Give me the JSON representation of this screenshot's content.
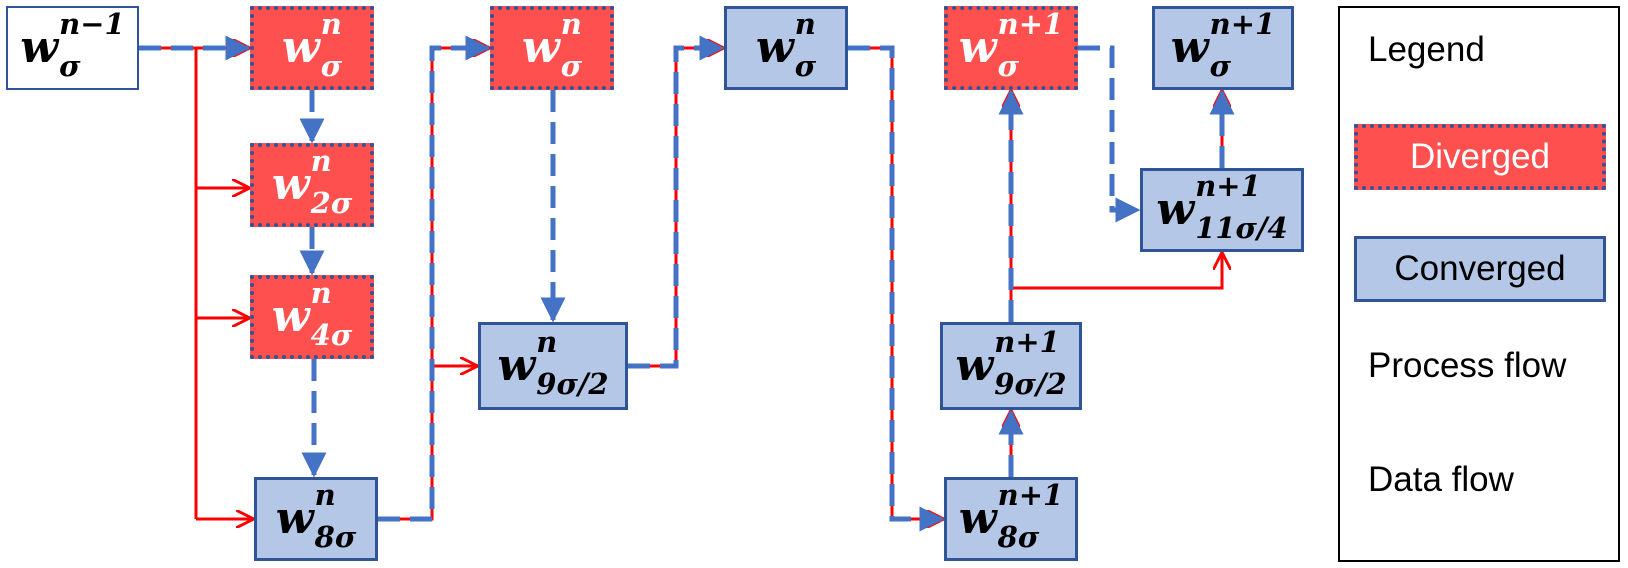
{
  "diagram": {
    "nodes": [
      {
        "id": "w-sigma-prev",
        "status": "initial",
        "base": "w",
        "sup": "n−1",
        "sub": "σ"
      },
      {
        "id": "w-sigma-n-a",
        "status": "diverged",
        "base": "w",
        "sup": "n",
        "sub": "σ"
      },
      {
        "id": "w-2sigma-n",
        "status": "diverged",
        "base": "w",
        "sup": "n",
        "sub": "2σ"
      },
      {
        "id": "w-4sigma-n",
        "status": "diverged",
        "base": "w",
        "sup": "n",
        "sub": "4σ"
      },
      {
        "id": "w-8sigma-n",
        "status": "converged",
        "base": "w",
        "sup": "n",
        "sub": "8σ"
      },
      {
        "id": "w-sigma-n-b",
        "status": "diverged",
        "base": "w",
        "sup": "n",
        "sub": "σ"
      },
      {
        "id": "w-9sigma2-n",
        "status": "converged",
        "base": "w",
        "sup": "n",
        "sub": "9σ/2"
      },
      {
        "id": "w-sigma-n-c",
        "status": "converged",
        "base": "w",
        "sup": "n",
        "sub": "σ"
      },
      {
        "id": "w-8sigma-n1",
        "status": "converged",
        "base": "w",
        "sup": "n+1",
        "sub": "8σ"
      },
      {
        "id": "w-9sigma2-n1",
        "status": "converged",
        "base": "w",
        "sup": "n+1",
        "sub": "9σ/2"
      },
      {
        "id": "w-sigma-n1-a",
        "status": "diverged",
        "base": "w",
        "sup": "n+1",
        "sub": "σ"
      },
      {
        "id": "w-11sigma4-n1",
        "status": "converged",
        "base": "w",
        "sup": "n+1",
        "sub": "11σ/4"
      },
      {
        "id": "w-sigma-n1-b",
        "status": "converged",
        "base": "w",
        "sup": "n+1",
        "sub": "σ"
      }
    ],
    "legend": {
      "title": "Legend",
      "diverged": "Diverged",
      "converged": "Converged",
      "process_flow": "Process flow",
      "data_flow": "Data flow"
    },
    "colors": {
      "diverged_fill": "#FF5050",
      "converged_fill": "#B4C7E7",
      "border": "#2F5597",
      "process_flow": "#4472C4",
      "data_flow": "#FF0000"
    }
  }
}
